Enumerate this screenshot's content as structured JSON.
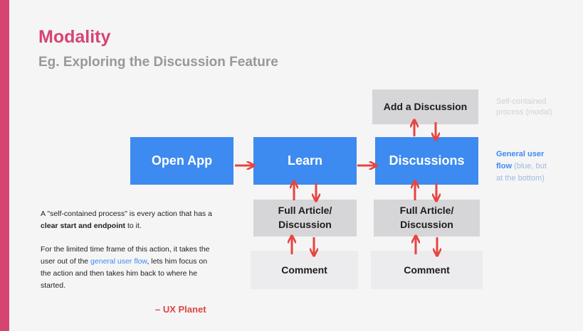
{
  "slide": {
    "title": "Modality",
    "subtitle": "Eg. Exploring the Discussion Feature",
    "accent_color": "#d64572"
  },
  "nodes": {
    "open_app": "Open App",
    "learn": "Learn",
    "discussions": "Discussions",
    "add_discussion": "Add a Discussion",
    "full_article_1": "Full Article/ Discussion",
    "full_article_2": "Full Article/ Discussion",
    "comment_1": "Comment",
    "comment_2": "Comment"
  },
  "notes": {
    "self_contained_line1": "Self-contained",
    "self_contained_line2": "process (modal)",
    "general_flow_bold1": "General user",
    "general_flow_bold2": "flow",
    "general_flow_rest1": " (blue, but",
    "general_flow_rest2": "at the bottom)"
  },
  "quote": {
    "p1_start": "A \"self-contained process\" is every action that has a ",
    "p1_bold": "clear start and endpoint",
    "p1_end": " to it.",
    "p2_start": "For the limited time frame of this action, it takes the user out of the ",
    "p2_link": "general user flow",
    "p2_end": ", lets him focus on the action and then takes him back to where he started.",
    "credit": "– UX Planet"
  },
  "colors": {
    "primary_blue": "#3d8af0",
    "arrow_red": "#e8443e",
    "gray_box": "#d6d6d8",
    "light_box": "#ececee"
  }
}
